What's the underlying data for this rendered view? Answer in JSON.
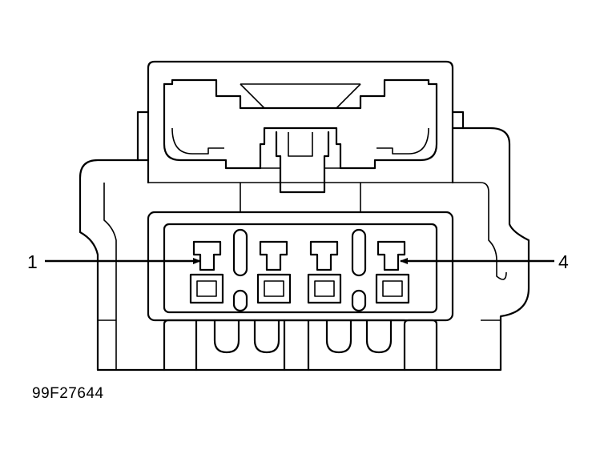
{
  "callouts": [
    {
      "id": "pin-1",
      "label": "1"
    },
    {
      "id": "pin-4",
      "label": "4"
    }
  ],
  "figure_id": "99F27644",
  "colors": {
    "line": "#000000",
    "background": "#ffffff"
  },
  "icons": [
    "arrow-icon"
  ]
}
